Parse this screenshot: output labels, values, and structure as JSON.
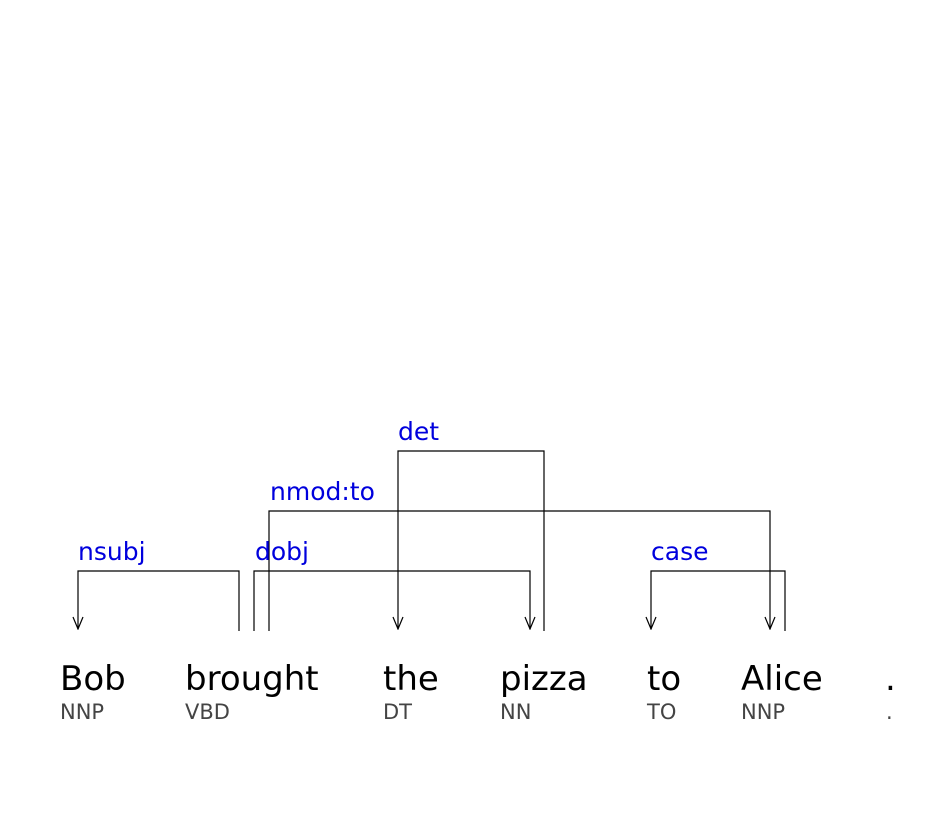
{
  "tokens": [
    {
      "word": "Bob",
      "tag": "NNP"
    },
    {
      "word": "brought",
      "tag": "VBD"
    },
    {
      "word": "the",
      "tag": "DT"
    },
    {
      "word": "pizza",
      "tag": "NN"
    },
    {
      "word": "to",
      "tag": "TO"
    },
    {
      "word": "Alice",
      "tag": "NNP"
    },
    {
      "word": ".",
      "tag": "."
    }
  ],
  "relations": [
    {
      "label": "det",
      "head": 3,
      "dependent": 2
    },
    {
      "label": "nmod:to",
      "head": 1,
      "dependent": 5
    },
    {
      "label": "nsubj",
      "head": 1,
      "dependent": 0
    },
    {
      "label": "dobj",
      "head": 1,
      "dependent": 3
    },
    {
      "label": "case",
      "head": 5,
      "dependent": 4
    }
  ],
  "colors": {
    "relation": "#0000dd",
    "word": "#000000",
    "tag": "#444444",
    "arc": "#000000"
  }
}
